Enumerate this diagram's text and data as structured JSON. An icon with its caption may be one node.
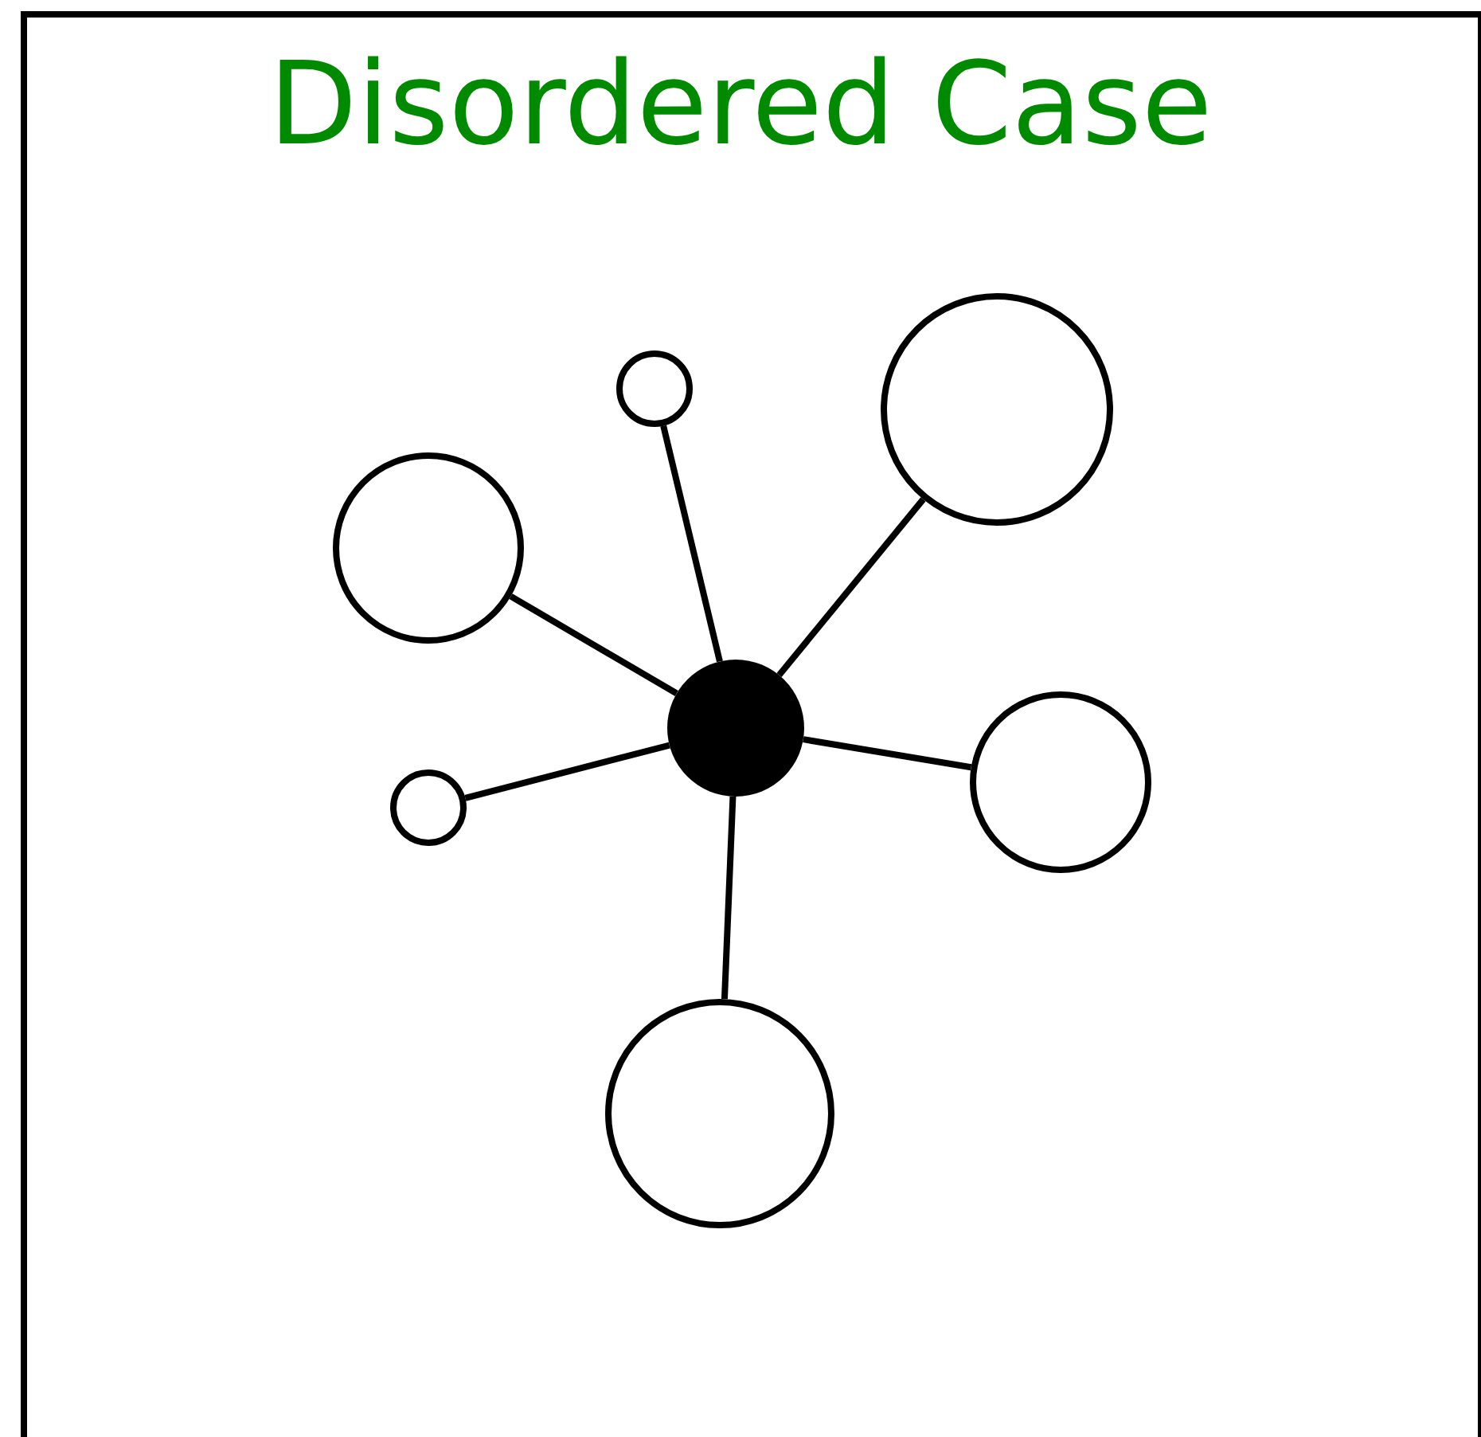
{
  "diagram": {
    "title": "Disordered Case",
    "nodes": [
      {
        "text": [],
        "shape": "circle"
      },
      {
        "text": [],
        "shape": "circle"
      },
      {
        "text": [],
        "shape": "circle"
      },
      {
        "text": [],
        "shape": "circle"
      },
      {
        "text": [],
        "shape": "circle"
      },
      {
        "text": [],
        "shape": "circle"
      },
      {
        "text": [],
        "shape": "circle"
      }
    ],
    "edges": [
      {
        "from": 3,
        "to": 0,
        "arrow": "none"
      },
      {
        "from": 3,
        "to": 1,
        "arrow": "none"
      },
      {
        "from": 3,
        "to": 2,
        "arrow": "none"
      },
      {
        "from": 3,
        "to": 4,
        "arrow": "none"
      },
      {
        "from": 3,
        "to": 5,
        "arrow": "none"
      },
      {
        "from": 3,
        "to": 6,
        "arrow": "none"
      }
    ]
  }
}
